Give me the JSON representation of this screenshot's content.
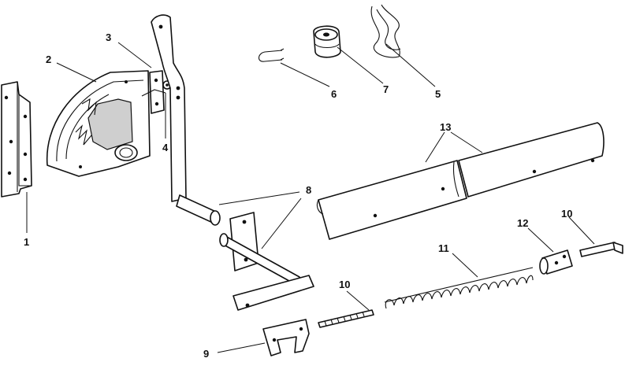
{
  "callouts": [
    {
      "id": "1",
      "label": "1"
    },
    {
      "id": "2",
      "label": "2"
    },
    {
      "id": "3",
      "label": "3"
    },
    {
      "id": "4",
      "label": "4"
    },
    {
      "id": "5",
      "label": "5"
    },
    {
      "id": "6",
      "label": "6"
    },
    {
      "id": "7",
      "label": "7"
    },
    {
      "id": "8",
      "label": "8"
    },
    {
      "id": "9",
      "label": "9"
    },
    {
      "id": "10a",
      "label": "10"
    },
    {
      "id": "10b",
      "label": "10"
    },
    {
      "id": "11",
      "label": "11"
    },
    {
      "id": "12",
      "label": "12"
    },
    {
      "id": "13",
      "label": "13"
    }
  ]
}
